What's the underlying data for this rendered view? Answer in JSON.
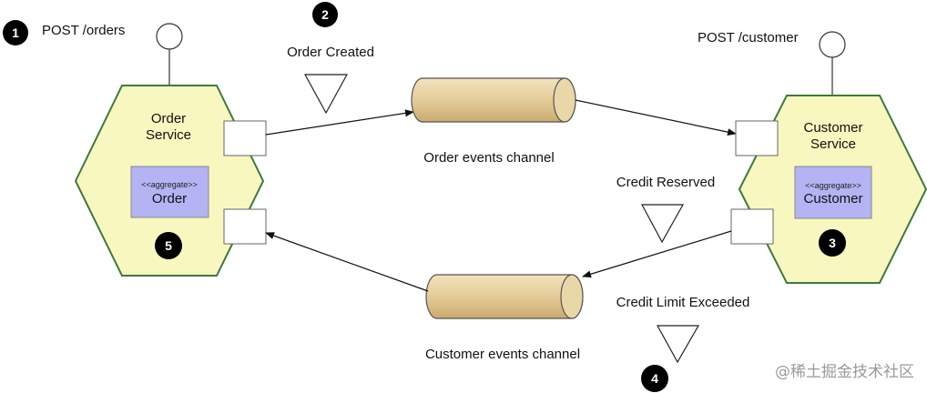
{
  "steps": {
    "s1": {
      "num": "1",
      "label": "POST /orders"
    },
    "s2": {
      "num": "2",
      "label": "Order Created"
    },
    "s3": {
      "num": "3"
    },
    "s4": {
      "num": "4",
      "label": "Credit Limit Exceeded"
    },
    "s5": {
      "num": "5"
    }
  },
  "order_service": {
    "name_line1": "Order",
    "name_line2": "Service",
    "aggregate_stereotype": "<<aggregate>>",
    "aggregate_name": "Order"
  },
  "customer_service": {
    "endpoint": "POST /customer",
    "name_line1": "Customer",
    "name_line2": "Service",
    "aggregate_stereotype": "<<aggregate>>",
    "aggregate_name": "Customer"
  },
  "channels": {
    "order_events": "Order events channel",
    "customer_events": "Customer events channel"
  },
  "events": {
    "credit_reserved": "Credit Reserved"
  },
  "watermark": "@稀土掘金技术社区",
  "colors": {
    "hexagon_fill": "#f8f7bf",
    "hexagon_stroke": "#3d7a3d",
    "aggregate_fill": "#b4b4f5",
    "channel_fill": "#e4cc98",
    "badge_fill": "#000000"
  }
}
